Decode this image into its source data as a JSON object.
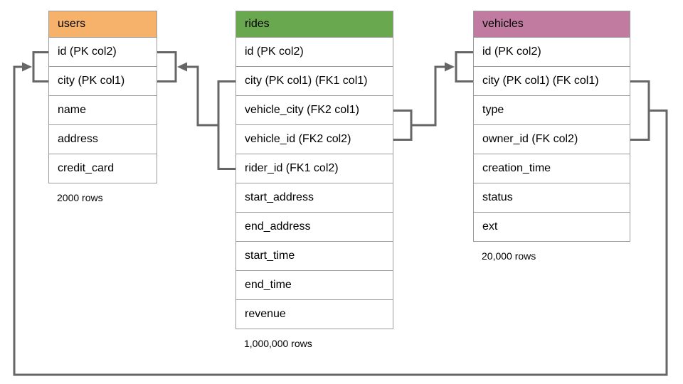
{
  "diagram": {
    "title": "database schema diagram",
    "colors": {
      "users_header": "#F6B26B",
      "rides_header": "#6AA84F",
      "vehicles_header": "#C27BA0",
      "connector_line": "#666666",
      "table_border": "#9b9b9b",
      "background": "#ffffff",
      "text": "#000000"
    },
    "tables": [
      {
        "name": "users",
        "header_color": "#F6B26B",
        "rows": [
          "id (PK col2)",
          "city (PK col1)",
          "name",
          "address",
          "credit_card"
        ],
        "row_count_label": "2000 rows"
      },
      {
        "name": "rides",
        "header_color": "#6AA84F",
        "rows": [
          "id (PK col2)",
          "city (PK col1) (FK1 col1)",
          "vehicle_city (FK2 col1)",
          "vehicle_id (FK2 col2)",
          "rider_id (FK1 col2)",
          "start_address",
          "end_address",
          "start_time",
          "end_time",
          "revenue"
        ],
        "row_count_label": "1,000,000 rows"
      },
      {
        "name": "vehicles",
        "header_color": "#C27BA0",
        "rows": [
          "id (PK col2)",
          "city (PK col1) (FK col1)",
          "type",
          "owner_id (FK col2)",
          "creation_time",
          "status",
          "ext"
        ],
        "row_count_label": "20,000 rows"
      }
    ],
    "relationships": [
      {
        "name": "FK1",
        "from_table": "rides",
        "from_columns": [
          "city",
          "rider_id"
        ],
        "to_table": "users",
        "to_columns": [
          "id",
          "city"
        ]
      },
      {
        "name": "FK2",
        "from_table": "rides",
        "from_columns": [
          "vehicle_city",
          "vehicle_id"
        ],
        "to_table": "vehicles",
        "to_columns": [
          "id",
          "city"
        ]
      },
      {
        "name": "FK",
        "from_table": "vehicles",
        "from_columns": [
          "city",
          "owner_id"
        ],
        "to_table": "users",
        "to_columns": [
          "city",
          "id"
        ]
      }
    ]
  }
}
